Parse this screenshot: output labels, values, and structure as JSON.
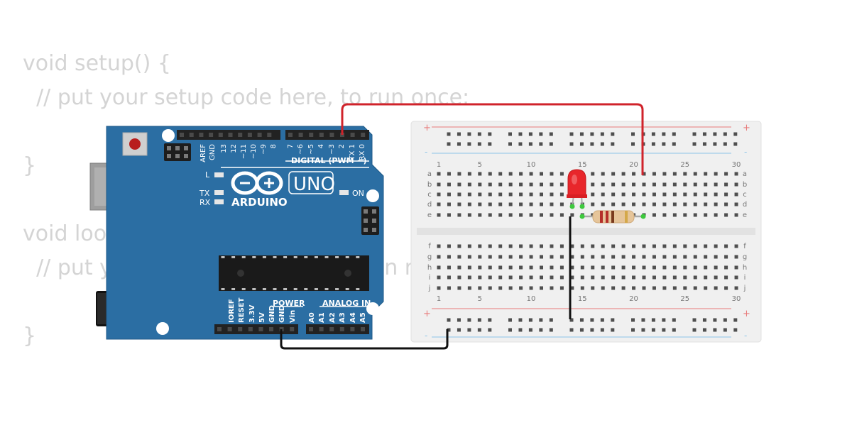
{
  "code_lines": [
    "void setup() {",
    "  // put your setup code here, to run once:",
    "",
    "}",
    "",
    "void loop() {",
    "  // put your main code here, to run repeatedly:",
    "",
    "}"
  ],
  "arduino": {
    "model": "UNO",
    "brand": "ARDUINO",
    "digital_header_label": "DIGITAL (PWM ~)",
    "digital_pins": [
      "AREF",
      "GND",
      "13",
      "12",
      "~11",
      "~10",
      "~9",
      "8",
      "7",
      "~6",
      "~5",
      "4",
      "~3",
      "2",
      "TX 1",
      "RX 0"
    ],
    "power_label": "POWER",
    "analog_label": "ANALOG IN",
    "power_pins": [
      "IOREF",
      "RESET",
      "3.3V",
      "5V",
      "GND",
      "GND",
      "Vin"
    ],
    "analog_pins": [
      "A0",
      "A1",
      "A2",
      "A3",
      "A4",
      "A5"
    ],
    "led_labels": {
      "l": "L",
      "tx": "TX",
      "rx": "RX",
      "on": "ON"
    },
    "board_color": "#2b6ea3"
  },
  "breadboard": {
    "column_numbers": [
      "1",
      "5",
      "10",
      "15",
      "20",
      "25",
      "30"
    ],
    "rows_top": [
      "a",
      "b",
      "c",
      "d",
      "e"
    ],
    "rows_bottom": [
      "f",
      "g",
      "h",
      "i",
      "j"
    ],
    "rail_plus": "+",
    "rail_minus": "-"
  },
  "wires": {
    "signal_color": "#d0232b",
    "ground_color": "#111111"
  },
  "led": {
    "color": "#e8262b"
  }
}
